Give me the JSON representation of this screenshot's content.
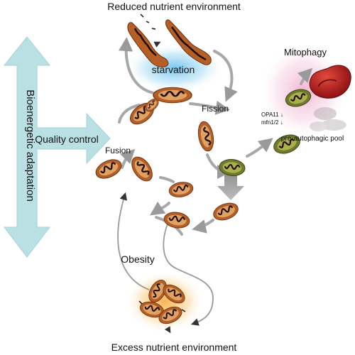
{
  "labels": {
    "top_title": "Reduced nutrient environment",
    "starvation": "starvation",
    "fission": "Fission",
    "fusion": "Fusion",
    "quality_control": "Quality control",
    "bioenergetic": "Bioenergetic adaptation",
    "mitophagy": "Mitophagy",
    "opa1": "OPA11 ↓",
    "mfn": "mfn1/2 ↓",
    "pre_pool": "pre-autophagic pool",
    "obesity": "Obesity",
    "bottom_title": "Excess nutrient environment"
  },
  "colors": {
    "big_arrow": "#b9e0e3",
    "starvation_glow": "#6fc4ec",
    "mitophagy_glow": "#f0b3cf",
    "obesity_glow": "#f7b048",
    "mito_outer": "#b55e25",
    "mito_inner": "#e0a262",
    "crista": "#1d0c04",
    "damaged_outer": "#6f7a2d",
    "damaged_inner": "#aab04c",
    "autophagosome": "#b8191e",
    "grey_arrow": "#a8a8a8"
  },
  "icons": [
    "mitochondrion-icon",
    "autophagosome-icon",
    "ghost-mitochondrion-icon"
  ]
}
